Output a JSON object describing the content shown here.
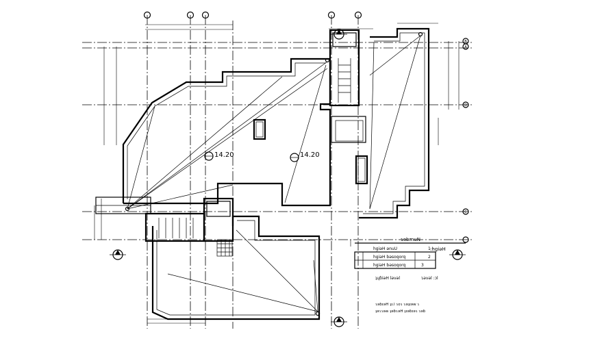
{
  "levels": [
    {
      "value": "14.20"
    },
    {
      "value": "14.20"
    }
  ],
  "grid_bubbles": [
    "B",
    "A",
    "D",
    "C"
  ],
  "legend": {
    "rows": [
      {
        "num": "1",
        "text": "hgiəH ənuU"
      },
      {
        "num": "2",
        "text": "hgiəH bəsoqorq"
      },
      {
        "num": "3",
        "text": "hgiəH bəsoqorq"
      }
    ],
    "footer_left": "ʇɥɓiəH ləvəl",
    "footer_right": "ɿəvəl :ɔl",
    "header_left": "ɿɘbmuN",
    "header_right": ":hgiəH"
  },
  "notes": [
    "ɿəɓɪəH ʇɪ.l ɿoɿ ɿəʇɪəw ɿ",
    "ʇəɿɿəʍ ʇəɓɿəH ʇɪəɓɪəɿ ɿəɓ"
  ]
}
